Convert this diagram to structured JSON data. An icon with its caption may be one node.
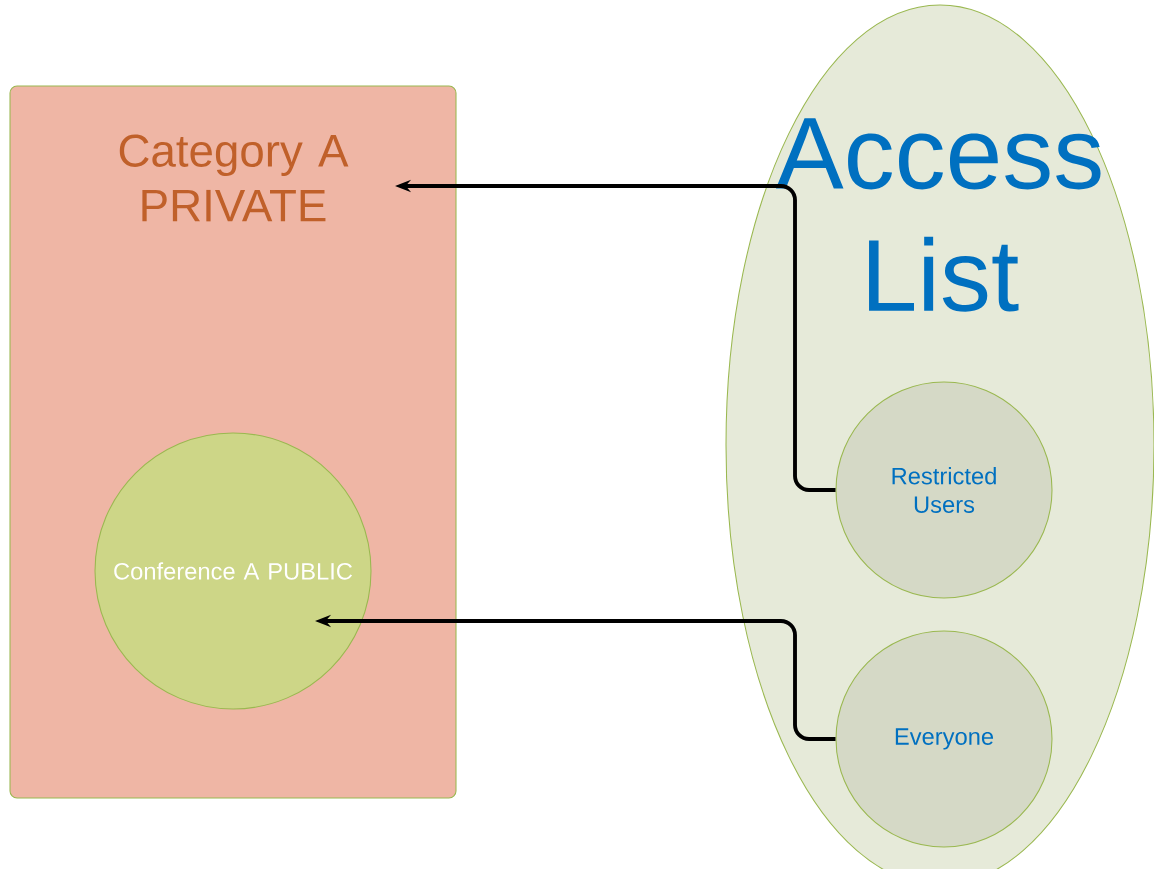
{
  "diagram": {
    "nodes": [
      {
        "text": [
          "Category A PRIVATE"
        ]
      },
      {
        "text": [
          "Conference A PUBLIC"
        ],
        "in": 0
      },
      {
        "text": [
          "Access List"
        ]
      },
      {
        "text": [
          "Restricted Users"
        ],
        "in": 2
      },
      {
        "text": [
          "Everyone"
        ],
        "in": 2
      }
    ],
    "edges": [
      {
        "from": 3,
        "to": 0,
        "arrow": "to"
      },
      {
        "from": 4,
        "to": 1,
        "arrow": "to"
      }
    ]
  }
}
